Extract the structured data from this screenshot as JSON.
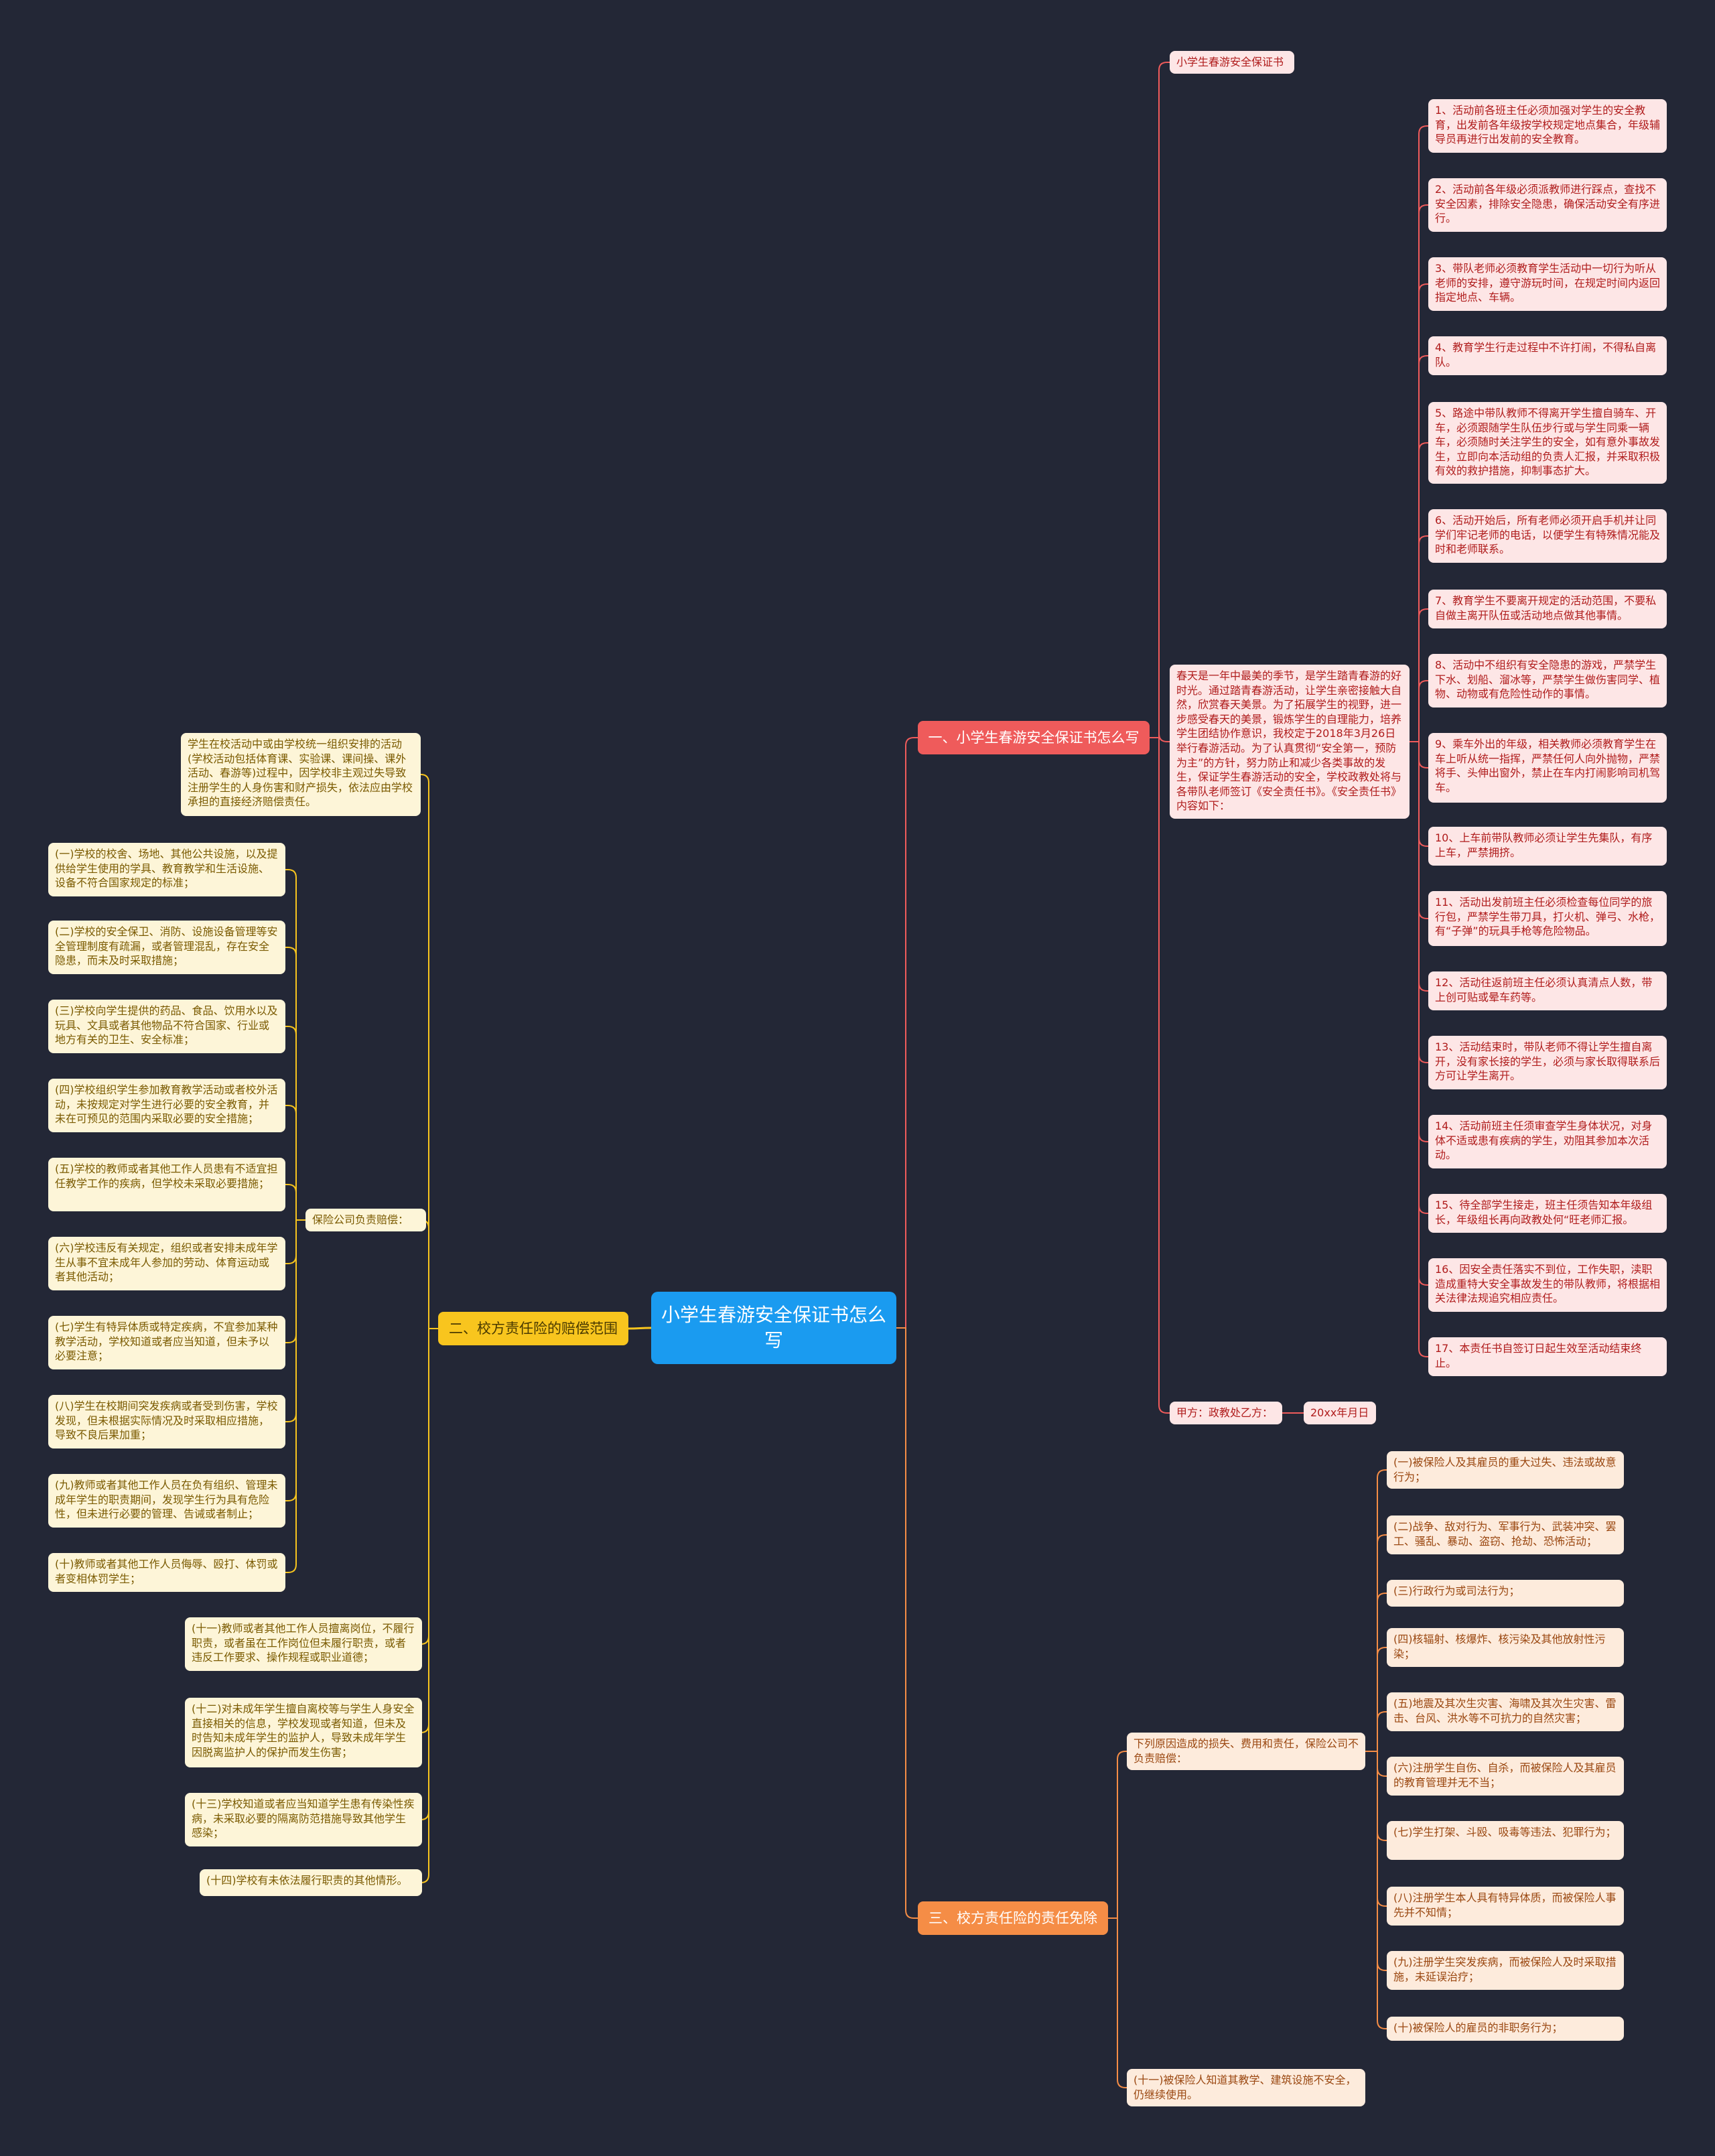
{
  "root": {
    "title": "小学生春游安全保证书怎么写"
  },
  "branches": {
    "one": {
      "label": "一、小学生春游安全保证书怎么写",
      "title_node": "小学生春游安全保证书",
      "intro": "春天是一年中最美的季节，是学生踏青春游的好时光。通过踏青春游活动，让学生亲密接触大自然，欣赏春天美景。为了拓展学生的视野，进一步感受春天的美景，锻炼学生的自理能力，培养学生团结协作意识，我校定于2018年3月26日举行春游活动。为了认真贯彻“安全第一，预防为主”的方针，努力防止和减少各类事故的发生，保证学生春游活动的安全，学校政教处将与各带队老师签订《安全责任书》。《安全责任书》内容如下：",
      "rules": [
        "1、活动前各班主任必须加强对学生的安全教育，出发前各年级按学校规定地点集合，年级辅导员再进行出发前的安全教育。",
        "2、活动前各年级必须派教师进行踩点，查找不安全因素，排除安全隐患，确保活动安全有序进行。",
        "3、带队老师必须教育学生活动中一切行为听从老师的安排，遵守游玩时间，在规定时间内返回指定地点、车辆。",
        "4、教育学生行走过程中不许打闹，不得私自离队。",
        "5、路途中带队教师不得离开学生擅自骑车、开车，必须跟随学生队伍步行或与学生同乘一辆车，必须随时关注学生的安全，如有意外事故发生，立即向本活动组的负责人汇报，并采取积极有效的救护措施，抑制事态扩大。",
        "6、活动开始后，所有老师必须开启手机并让同学们牢记老师的电话，以便学生有特殊情况能及时和老师联系。",
        "7、教育学生不要离开规定的活动范围，不要私自做主离开队伍或活动地点做其他事情。",
        "8、活动中不组织有安全隐患的游戏，严禁学生下水、划船、溜冰等，严禁学生做伤害同学、植物、动物或有危险性动作的事情。",
        "9、乘车外出的年级，相关教师必须教育学生在车上听从统一指挥，严禁任何人向外抛物，严禁将手、头伸出窗外，禁止在车内打闹影响司机驾车。",
        "10、上车前带队教师必须让学生先集队，有序上车，严禁拥挤。",
        "11、活动出发前班主任必须检查每位同学的旅行包，严禁学生带刀具，打火机、弹弓、水枪，有“子弹”的玩具手枪等危险物品。",
        "12、活动往返前班主任必须认真清点人数，带上创可贴或晕车药等。",
        "13、活动结束时，带队老师不得让学生擅自离开，没有家长接的学生，必须与家长取得联系后方可让学生离开。",
        "14、活动前班主任须审查学生身体状况，对身体不适或患有疾病的学生，劝阻其参加本次活动。",
        "15、待全部学生接走，班主任须告知本年级组长，年级组长再向政教处何“旺老师汇报。",
        "16、因安全责任落实不到位，工作失职，渎职造成重特大安全事故发生的带队教师，将根据相关法律法规追究相应责任。",
        "17、本责任书自签订日起生效至活动结束终止。"
      ],
      "sign": "甲方：政教处乙方：",
      "date": "20xx年月日"
    },
    "two": {
      "label": "二、校方责任险的赔偿范围",
      "intro": "学生在校活动中或由学校统一组织安排的活动(学校活动包括体育课、实验课、课间操、课外活动、春游等)过程中，因学校非主观过失导致注册学生的人身伤害和财产损失，依法应由学校承担的直接经济赔偿责任。",
      "insurer": "保险公司负责赔偿：",
      "items": [
        "(一)学校的校舍、场地、其他公共设施，以及提供给学生使用的学具、教育教学和生活设施、设备不符合国家规定的标准；",
        "(二)学校的安全保卫、消防、设施设备管理等安全管理制度有疏漏，或者管理混乱，存在安全隐患，而未及时采取措施；",
        "(三)学校向学生提供的药品、食品、饮用水以及玩具、文具或者其他物品不符合国家、行业或地方有关的卫生、安全标准；",
        "(四)学校组织学生参加教育教学活动或者校外活动，未按规定对学生进行必要的安全教育，并未在可预见的范围内采取必要的安全措施；",
        "(五)学校的教师或者其他工作人员患有不适宜担任教学工作的疾病，但学校未采取必要措施；",
        "(六)学校违反有关规定，组织或者安排未成年学生从事不宜未成年人参加的劳动、体育运动或者其他活动；",
        "(七)学生有特异体质或特定疾病，不宜参加某种教学活动，学校知道或者应当知道，但未予以必要注意；",
        "(八)学生在校期间突发疾病或者受到伤害，学校发现，但未根据实际情况及时采取相应措施，导致不良后果加重；",
        "(九)教师或者其他工作人员在负有组织、管理未成年学生的职责期间，发现学生行为具有危险性，但未进行必要的管理、告诫或者制止；",
        "(十)教师或者其他工作人员侮辱、殴打、体罚或者变相体罚学生；",
        "(十一)教师或者其他工作人员擅离岗位，不履行职责，或者虽在工作岗位但未履行职责，或者违反工作要求、操作规程或职业道德；",
        "(十二)对未成年学生擅自离校等与学生人身安全直接相关的信息，学校发现或者知道，但未及时告知未成年学生的监护人，导致未成年学生因脱离监护人的保护而发生伤害；",
        "(十三)学校知道或者应当知道学生患有传染性疾病，未采取必要的隔离防范措施导致其他学生感染；",
        "(十四)学校有未依法履行职责的其他情形。"
      ]
    },
    "three": {
      "label": "三、校方责任险的责任免除",
      "exempt": "下列原因造成的损失、费用和责任，保险公司不负责赔偿：",
      "items": [
        "(一)被保险人及其雇员的重大过失、违法或故意行为；",
        "(二)战争、敌对行为、军事行为、武装冲突、罢工、骚乱、暴动、盗窃、抢劫、恐怖活动；",
        "(三)行政行为或司法行为；",
        "(四)核辐射、核爆炸、核污染及其他放射性污染；",
        "(五)地震及其次生灾害、海啸及其次生灾害、雷击、台风、洪水等不可抗力的自然灾害；",
        "(六)注册学生自伤、自杀，而被保险人及其雇员的教育管理并无不当；",
        "(七)学生打架、斗殴、吸毒等违法、犯罪行为；",
        "(八)注册学生本人具有特异体质，而被保险人事先并不知情；",
        "(九)注册学生突发疾病，而被保险人及时采取措施，未延误治疗；",
        "(十)被保险人的雇员的非职务行为；"
      ],
      "last": "(十一)被保险人知道其教学、建筑设施不安全，仍继续使用。"
    }
  },
  "colors": {
    "background": "#232736",
    "root": "#1a9bf0",
    "branch_one": "#ef5b5b",
    "branch_two": "#f8c51e",
    "branch_three": "#f58d46"
  }
}
